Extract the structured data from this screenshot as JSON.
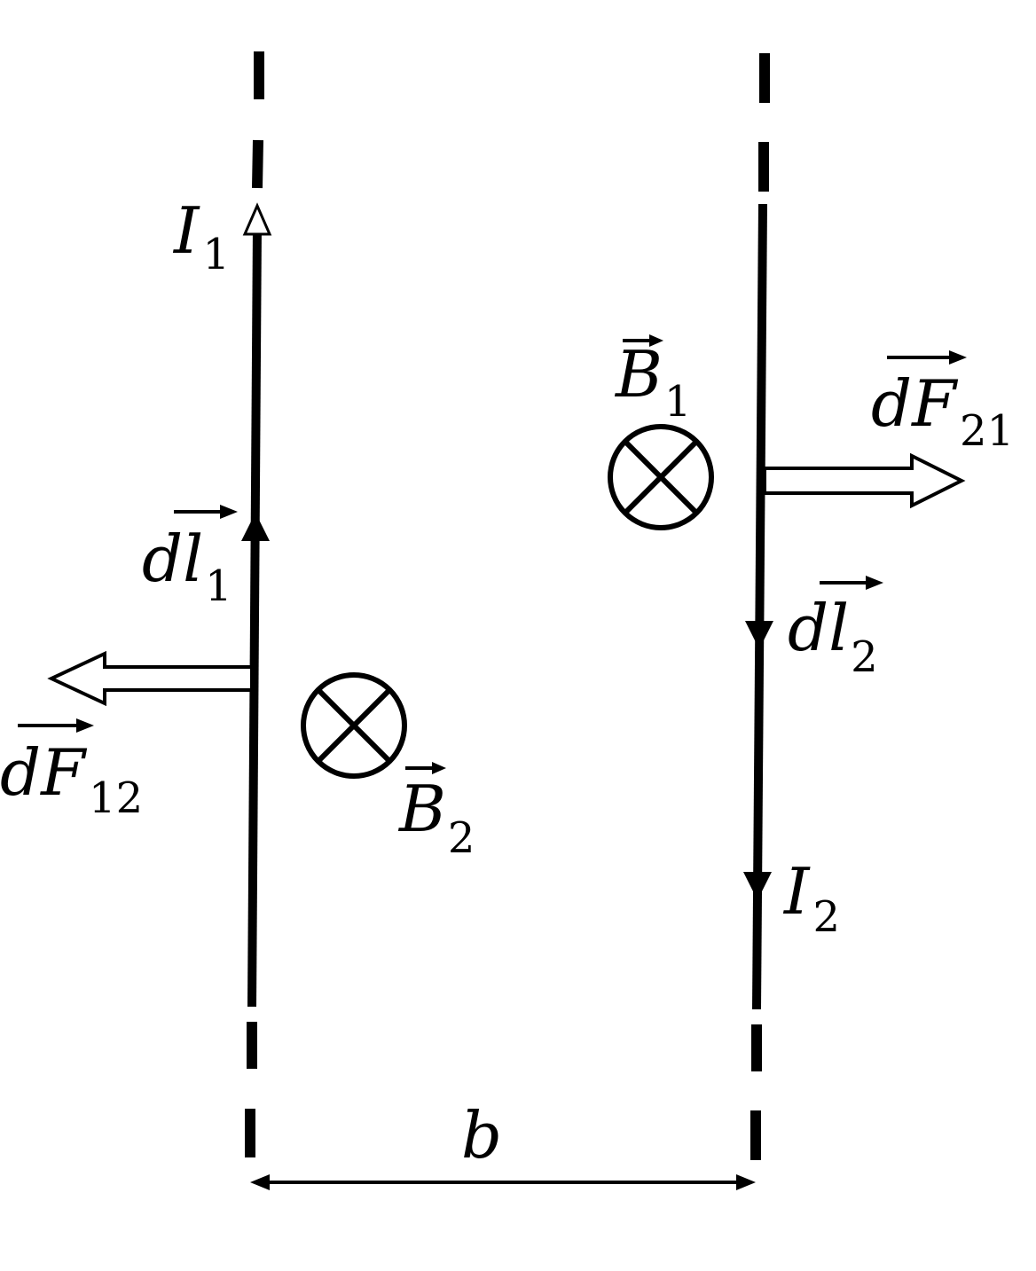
{
  "colors": {
    "ink": "#000000",
    "paper": "#ffffff"
  },
  "labels": {
    "I1": {
      "symbol": "I",
      "subscript": "1"
    },
    "I2": {
      "symbol": "I",
      "subscript": "2"
    },
    "B1": {
      "symbol": "B",
      "subscript": "1"
    },
    "B2": {
      "symbol": "B",
      "subscript": "2"
    },
    "dl1": {
      "symbol": "dl",
      "subscript": "1"
    },
    "dl2": {
      "symbol": "dl",
      "subscript": "2"
    },
    "dF12": {
      "symbol": "dF",
      "subscript": "12"
    },
    "dF21": {
      "symbol": "dF",
      "subscript": "21"
    },
    "separation": "b"
  },
  "icons": {
    "field_into_page": "circle-cross-icon",
    "force": "hollow-arrow-icon"
  }
}
